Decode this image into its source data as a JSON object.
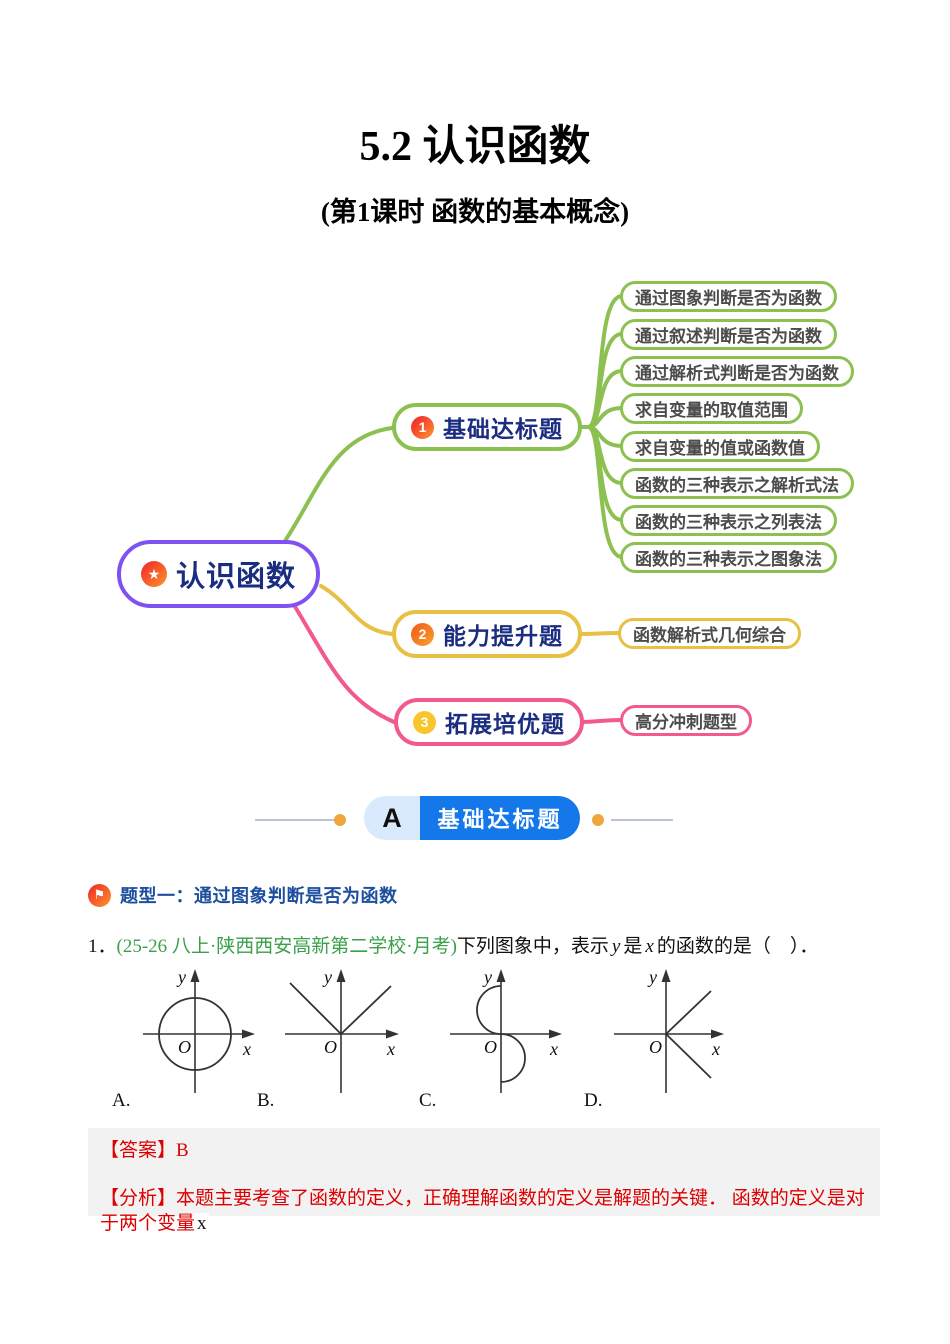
{
  "page": {
    "title": "5.2 认识函数",
    "subtitle": "(第1课时 函数的基本概念)"
  },
  "colors": {
    "root_purple": "#7d52f0",
    "branch_green": "#8cc152",
    "branch_yellow": "#e8c046",
    "branch_pink": "#f2598f",
    "node_text_navy": "#1b2d80",
    "banner_blue": "#1478ea",
    "banner_chip_blue": "#d9eafc",
    "banner_dot_orange": "#f0a63e",
    "topic_blue": "#1d4f9e",
    "source_green": "#3aa04a",
    "answer_red": "#de0000",
    "answer_bg": "#f2f2f3"
  },
  "mindmap": {
    "root": {
      "label": "认识函数"
    },
    "branches": [
      {
        "num": "1",
        "label": "基础达标题",
        "children": [
          "通过图象判断是否为函数",
          "通过叙述判断是否为函数",
          "通过解析式判断是否为函数",
          "求自变量的取值范围",
          "求自变量的值或函数值",
          "函数的三种表示之解析式法",
          "函数的三种表示之列表法",
          "函数的三种表示之图象法"
        ]
      },
      {
        "num": "2",
        "label": "能力提升题",
        "children": [
          "函数解析式几何综合"
        ]
      },
      {
        "num": "3",
        "label": "拓展培优题",
        "children": [
          "高分冲刺题型"
        ]
      }
    ]
  },
  "section_banner": {
    "letter": "A",
    "label": "基础达标题"
  },
  "topic": {
    "label": "题型一：通过图象判断是否为函数"
  },
  "question": {
    "number": "1．",
    "source": "(25-26 八上·陕西西安高新第二学校·月考)",
    "stem_pre": "下列图象中，表示",
    "var_y": "y",
    "stem_mid": "是",
    "var_x": "x",
    "stem_post": "的函数的是（　）．"
  },
  "options": [
    "A.",
    "B.",
    "C.",
    "D."
  ],
  "graph_labels": {
    "x": "x",
    "y": "y",
    "origin": "O"
  },
  "answer": {
    "label": "【答案】",
    "value": "B"
  },
  "analysis": {
    "label": "【分析】",
    "text": "本题主要考查了函数的定义，正确理解函数的定义是解题的关键． 函数的定义是对于两个变量",
    "trailing_var": "x"
  }
}
